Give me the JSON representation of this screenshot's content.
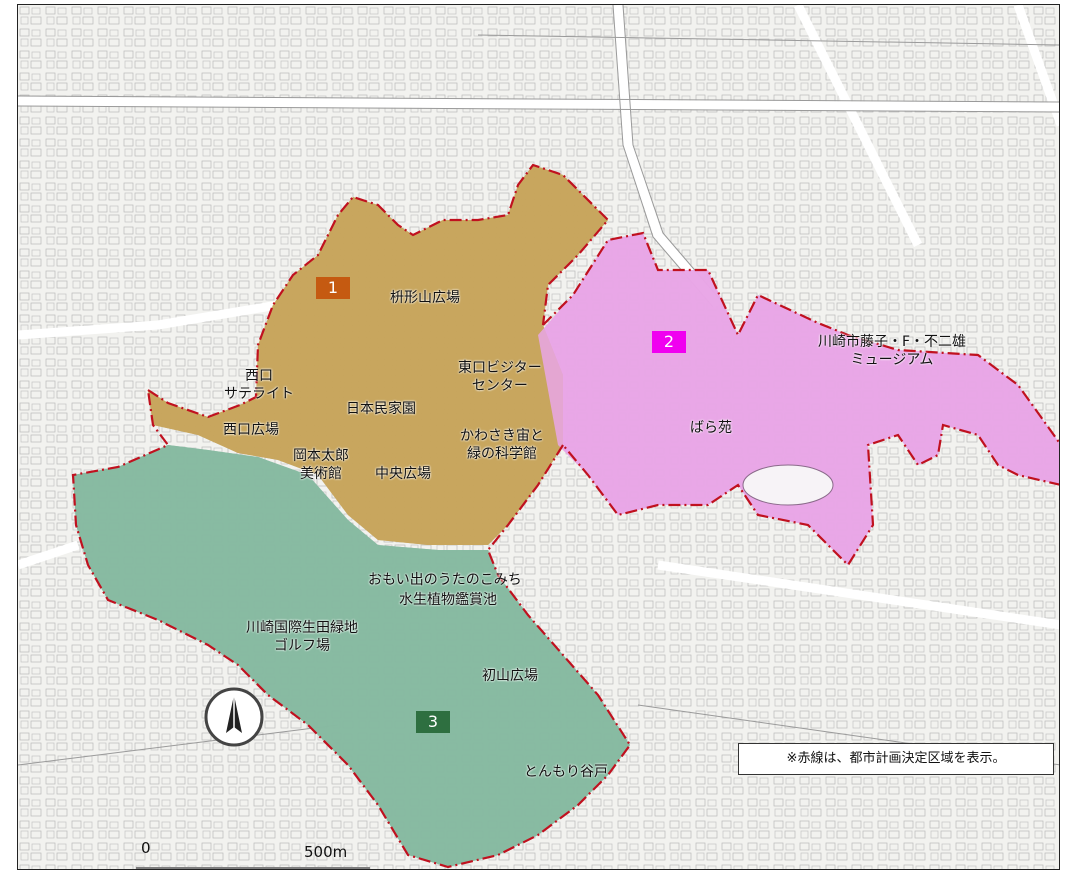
{
  "zones": [
    {
      "id": "1",
      "badge_label": "1",
      "color": "#c7a45a",
      "badge_color": "#c55a11"
    },
    {
      "id": "2",
      "badge_label": "2",
      "color": "#e9a6e6",
      "badge_color": "#f000f0"
    },
    {
      "id": "3",
      "badge_label": "3",
      "color": "#86b9a0",
      "badge_color": "#2e6f40"
    }
  ],
  "labels": {
    "masugatayama": "枡形山広場",
    "nishiguchi_satellite": "西口\nサテライト",
    "nihon_minkaen": "日本民家園",
    "higashiguchi_visitor": "東口ビジター\nセンター",
    "nishiguchi_hiroba": "西口広場",
    "okamoto_taro": "岡本太郎\n美術館",
    "chuo_hiroba": "中央広場",
    "kawasaki_science": "かわさき宙と\n緑の科学館",
    "fujiko_museum": "川崎市藤子・F・不二雄\nミュージアム",
    "barae": "ばら苑",
    "omoide_komichi": "おもい出のうたのこみち",
    "suisei_pond": "水生植物鑑賞池",
    "golf": "川崎国際生田緑地\nゴルフ場",
    "hatsuyama": "初山広場",
    "tonmori": "とんもり谷戸"
  },
  "note": "※赤線は、都市計画決定区域を表示。",
  "scale": {
    "start_label": "0",
    "end_label": "500m"
  },
  "icons": {
    "north_arrow": "north-arrow-icon"
  },
  "colors": {
    "boundary": "#c0111f",
    "base_map": "#f4f4f2",
    "road": "#ffffff"
  }
}
